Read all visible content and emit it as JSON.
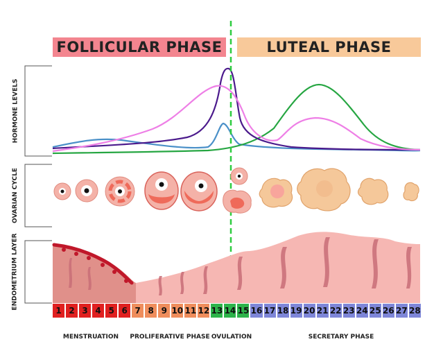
{
  "banners": {
    "follicular": "FOLLICULAR PHASE",
    "luteal": "LUTEAL PHASE"
  },
  "section_labels": {
    "hormones": "HORMONE LEVELS",
    "ovarian": "OVARIAN CYCLE",
    "endometrium": "ENDOMETRIUM LAYER"
  },
  "days": [
    {
      "n": "1",
      "color": "#e02020"
    },
    {
      "n": "2",
      "color": "#e02020"
    },
    {
      "n": "3",
      "color": "#e02020"
    },
    {
      "n": "4",
      "color": "#e02020"
    },
    {
      "n": "5",
      "color": "#e02020"
    },
    {
      "n": "6",
      "color": "#e02020"
    },
    {
      "n": "7",
      "color": "#ef8d5c"
    },
    {
      "n": "8",
      "color": "#ef8d5c"
    },
    {
      "n": "9",
      "color": "#ef8d5c"
    },
    {
      "n": "10",
      "color": "#ef8d5c"
    },
    {
      "n": "11",
      "color": "#ef8d5c"
    },
    {
      "n": "12",
      "color": "#ef8d5c"
    },
    {
      "n": "13",
      "color": "#2db34a"
    },
    {
      "n": "14",
      "color": "#2db34a"
    },
    {
      "n": "15",
      "color": "#2db34a"
    },
    {
      "n": "16",
      "color": "#7e86d8"
    },
    {
      "n": "17",
      "color": "#7e86d8"
    },
    {
      "n": "18",
      "color": "#7e86d8"
    },
    {
      "n": "19",
      "color": "#7e86d8"
    },
    {
      "n": "20",
      "color": "#7e86d8"
    },
    {
      "n": "21",
      "color": "#7e86d8"
    },
    {
      "n": "22",
      "color": "#7e86d8"
    },
    {
      "n": "23",
      "color": "#7e86d8"
    },
    {
      "n": "24",
      "color": "#7e86d8"
    },
    {
      "n": "25",
      "color": "#7e86d8"
    },
    {
      "n": "26",
      "color": "#7e86d8"
    },
    {
      "n": "27",
      "color": "#7e86d8"
    },
    {
      "n": "28",
      "color": "#7e86d8"
    }
  ],
  "phases": {
    "menstruation": "MENSTRUATION",
    "proliferative": "PROLIFERATIVE PHASE",
    "ovulation": "OVULATION",
    "secretary": "SECRETARY PHASE"
  },
  "colors": {
    "lh": "#4b1a8c",
    "estrogen": "#ee7fe6",
    "fsh": "#4a90c8",
    "progesterone": "#26a642",
    "ovulation_line": "#2ecc40",
    "follicle": "#f4b2a8",
    "follicle_core": "#ef6a5a",
    "corpus_luteum": "#f5c89a",
    "endometrium": "#f6b7b3",
    "blood": "#c0182a"
  }
}
